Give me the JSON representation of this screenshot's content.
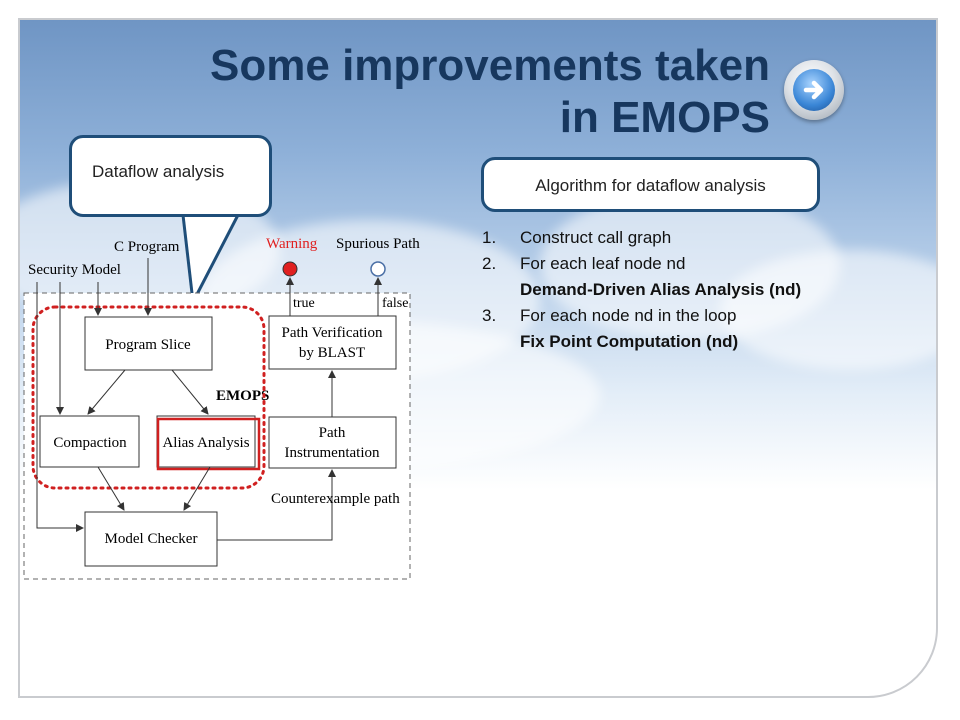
{
  "title": {
    "line1": "Some improvements taken",
    "line2": "in EMOPS"
  },
  "nav": {
    "icon": "arrow-right-icon"
  },
  "callouts": {
    "dataflow": "Dataflow analysis",
    "algorithm": "Algorithm for dataflow analysis"
  },
  "steps": [
    {
      "num": "1.",
      "text": "Construct call graph"
    },
    {
      "num": "2.",
      "text": "For each leaf node nd",
      "sub": "Demand-Driven Alias Analysis (nd)"
    },
    {
      "num": "3.",
      "text": "For each node nd in the loop",
      "sub": "Fix Point Computation (nd)"
    }
  ],
  "diagram": {
    "inputs": {
      "c_program": "C Program",
      "security_model": "Security Model"
    },
    "outputs": {
      "warning": "Warning",
      "spurious": "Spurious Path"
    },
    "edge_labels": {
      "true": "true",
      "false": "false",
      "counterexample": "Counterexample path"
    },
    "nodes": {
      "program_slice": "Program Slice",
      "compaction": "Compaction",
      "alias_analysis": "Alias Analysis",
      "model_checker": "Model Checker",
      "path_verification_1": "Path Verification",
      "path_verification_2": "by BLAST",
      "path_instr_1": "Path",
      "path_instr_2": "Instrumentation"
    },
    "group_label": "EMOPS",
    "colors": {
      "highlight": "#d02020",
      "callout_border": "#1f4e79",
      "warning": "#e02020"
    }
  }
}
